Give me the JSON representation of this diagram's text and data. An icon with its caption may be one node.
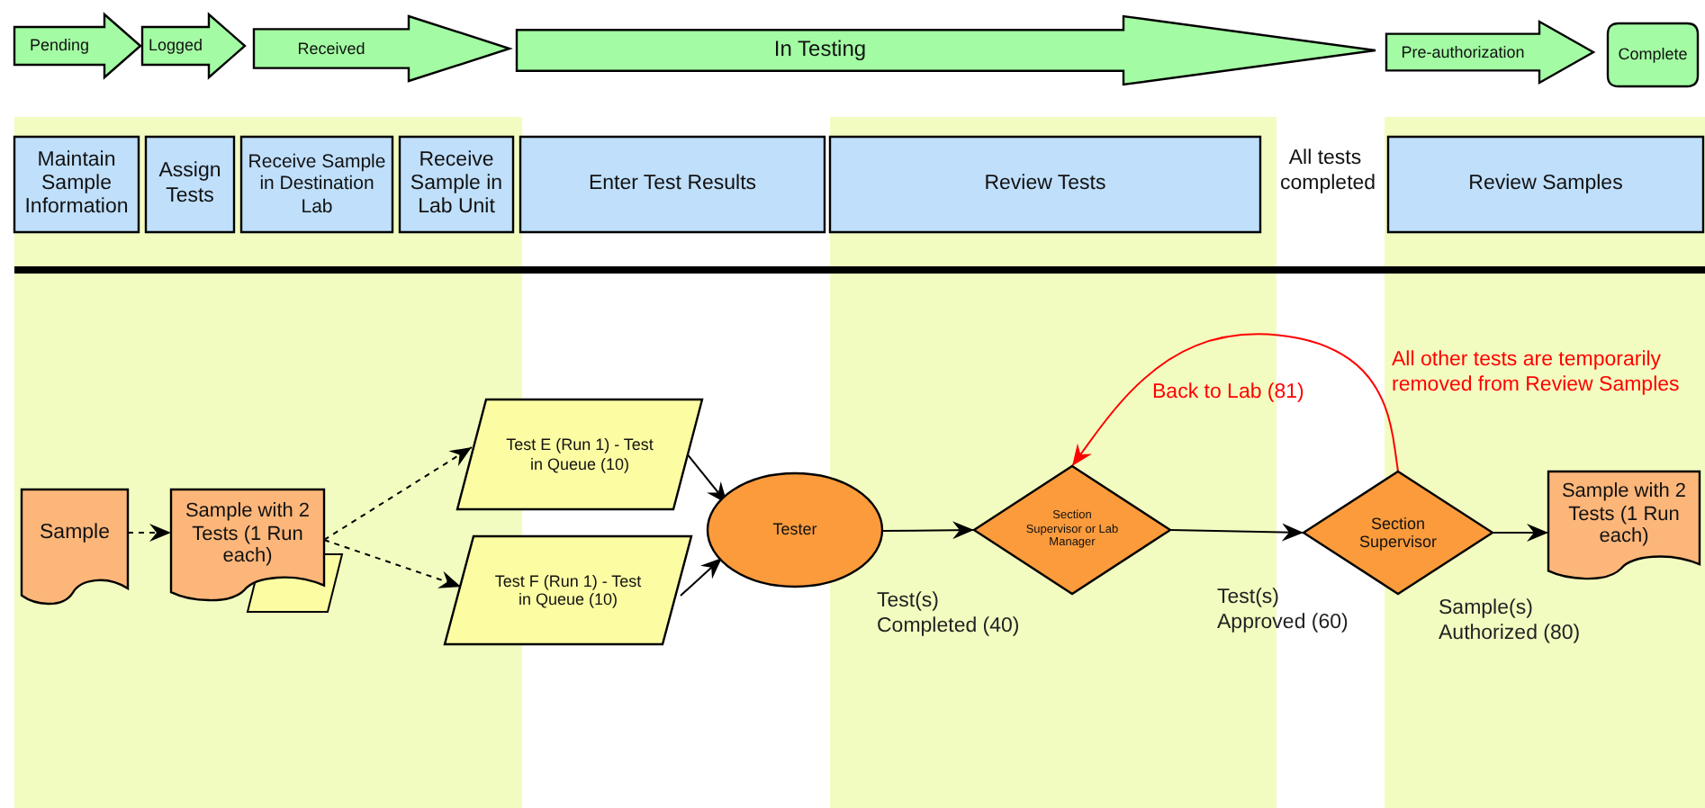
{
  "diagram": {
    "nodes": [
      {
        "text": [
          "Pending"
        ]
      },
      {
        "text": [
          "Logged"
        ]
      },
      {
        "text": [
          "Received"
        ]
      },
      {
        "text": [
          "In Testing"
        ]
      },
      {
        "text": [
          "Pre-authorization"
        ]
      },
      {
        "text": [
          "Complete"
        ]
      },
      {
        "text": [
          "Maintain Sample Information"
        ]
      },
      {
        "text": [
          "Assign Tests"
        ]
      },
      {
        "text": [
          "Receive Sample in Destination Lab"
        ]
      },
      {
        "text": [
          "Receive Sample in Lab Unit"
        ]
      },
      {
        "text": [
          "Enter Test Results"
        ]
      },
      {
        "text": [
          "Review Tests"
        ]
      },
      {
        "text": [
          "Review Samples"
        ]
      },
      {
        "text": [
          "Sample"
        ]
      },
      {
        "text": [
          "Sample with 2 Tests (1 Run each)"
        ]
      },
      {
        "text": [
          "Test E (Run 1) - Test in Queue (10)"
        ]
      },
      {
        "text": [
          "Test F (Run 1) - Test in Queue (10)"
        ]
      },
      {
        "text": [
          "Tester"
        ]
      },
      {
        "text": [
          "Section Supervisor or Lab Manager"
        ]
      },
      {
        "text": [
          "Section Supervisor"
        ]
      },
      {
        "text": [
          "Sample with 2 Tests (1 Run each)"
        ]
      }
    ],
    "edges": [
      {
        "from": 13,
        "to": 14,
        "arrow": "to",
        "style": "dashed"
      },
      {
        "from": 14,
        "to": 15,
        "arrow": "to",
        "style": "dashed"
      },
      {
        "from": 14,
        "to": 16,
        "arrow": "to",
        "style": "dashed"
      },
      {
        "from": 15,
        "to": 17,
        "arrow": "to"
      },
      {
        "from": 16,
        "to": 17,
        "arrow": "to"
      },
      {
        "from": 17,
        "to": 18,
        "arrow": "to",
        "label": "Test(s) Completed (40)"
      },
      {
        "from": 18,
        "to": 19,
        "arrow": "to",
        "label": "Test(s) Approved (60)"
      },
      {
        "from": 19,
        "to": 20,
        "arrow": "to",
        "label": "Sample(s) Authorized (80)"
      },
      {
        "from": 19,
        "to": 18,
        "arrow": "to",
        "label": "Back to Lab (81)",
        "color": "#ff0000"
      }
    ],
    "labels": [
      "All tests completed",
      "All other tests are temporarily removed from Review Samples"
    ]
  }
}
